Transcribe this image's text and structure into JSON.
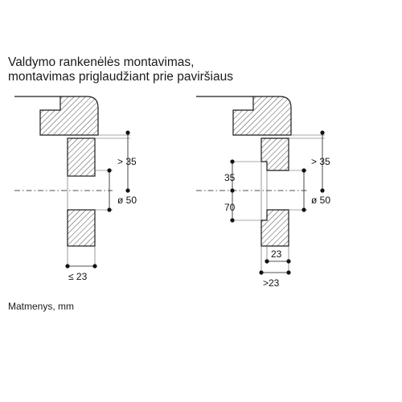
{
  "title": {
    "line1": "Valdymo rankenėlės montavimas,",
    "line2": "montavimas priglaudžiant prie paviršiaus"
  },
  "caption": "Matmenys, mm",
  "left_diagram": {
    "dim_gap": "> 35",
    "dim_diameter": "ø 50",
    "dim_thickness": "≤ 23"
  },
  "right_diagram": {
    "dim_gap": "> 35",
    "dim_diameter": "ø 50",
    "dim_upper": "35",
    "dim_lower": "70",
    "dim_thickness": "23",
    "dim_total": ">23"
  },
  "colors": {
    "line": "#1a1a1a",
    "hatch": "#333333",
    "background": "#ffffff"
  }
}
